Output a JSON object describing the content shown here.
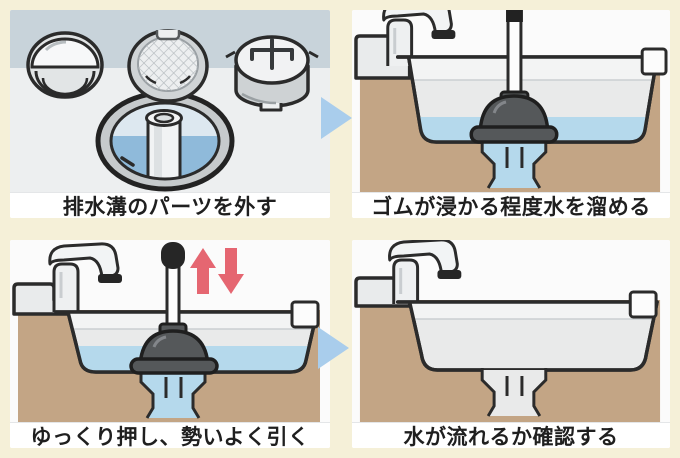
{
  "diagram": {
    "steps": [
      {
        "caption": "排水溝のパーツを外す"
      },
      {
        "caption": "ゴムが浸かる程度水を溜める"
      },
      {
        "caption": "ゆっくり押し、勢いよく引く"
      },
      {
        "caption": "水が流れるか確認する"
      }
    ],
    "icons": {
      "next_step_arrow": "right-pointing-triangle",
      "push_pull_arrows": "up-and-down-arrows",
      "step1_items": [
        "drain-cover",
        "strainer-basket",
        "drain-trap-cup",
        "open-drain-hole"
      ],
      "tools": [
        "faucet",
        "plunger",
        "sink",
        "drain-pipe"
      ]
    },
    "colors": {
      "bg_cream": "#f5f0d8",
      "panel_white": "#fcfcfc",
      "wall_blue_gray": "#c8d3da",
      "floor_gray": "#edeff0",
      "outline_dark": "#2b2b2b",
      "counter_tan": "#c3a585",
      "sink_gray": "#e9eaea",
      "sink_band": "#f3f4f4",
      "water_blue": "#b5d9ec",
      "deep_water": "#8fbada",
      "drain_top_blue": "#dde8f0",
      "plunger_dark": "#55585a",
      "arrow_blue": "#a9cdec",
      "arrow_red": "#e56671",
      "caption_text": "#1f1f1f",
      "metal_light": "#eef0f1"
    }
  }
}
